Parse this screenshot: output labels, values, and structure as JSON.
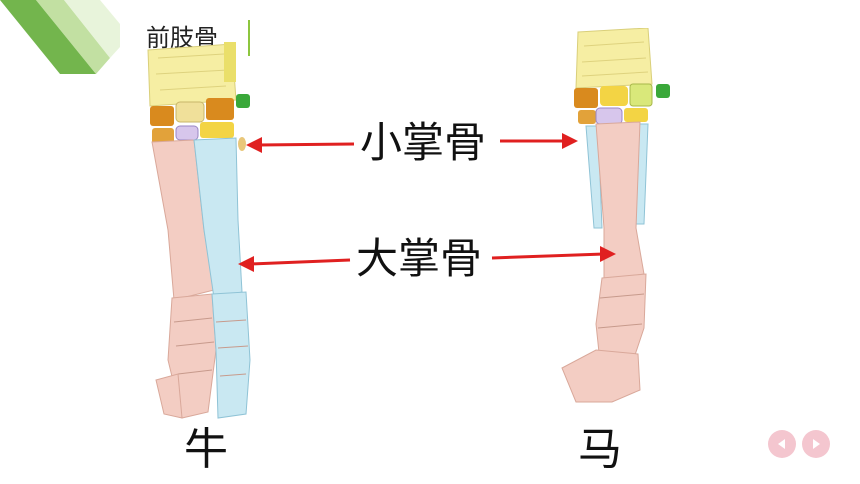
{
  "slide": {
    "title": "前肢骨",
    "labels": {
      "small_metacarpal": "小掌骨",
      "large_metacarpal": "大掌骨"
    },
    "animals": {
      "cow": "牛",
      "horse": "马"
    }
  },
  "nav": {
    "prev_icon": "triangle-left-icon",
    "next_icon": "triangle-right-icon"
  },
  "colors": {
    "accent_green": "#8dc63f",
    "arrow_red": "#e02020",
    "bone_pink": "#f3cdc3",
    "bone_blue": "#c9e8f2",
    "bone_yellow": "#f6eea3",
    "bone_orange": "#d98a1e",
    "nav_pink": "#f4c6cf"
  }
}
